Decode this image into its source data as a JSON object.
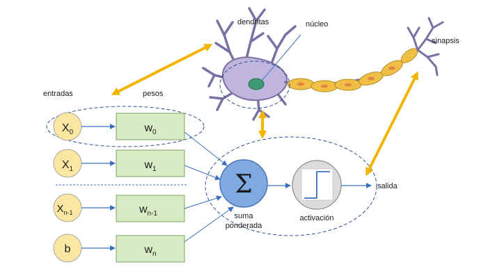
{
  "labels": {
    "entradas": "entradas",
    "pesos": "pesos",
    "dendritas": "dendritas",
    "nucleo": "núcleo",
    "sinapsis": "sinapsis",
    "salida": "salida",
    "suma_line1": "suma",
    "suma_line2": "ponderada",
    "activacion": "activación",
    "sigma": "Σ"
  },
  "inputs": [
    {
      "base": "X",
      "sub": "0"
    },
    {
      "base": "X",
      "sub": "1"
    },
    {
      "base": "X",
      "sub": "n-1"
    },
    {
      "base": "b",
      "sub": ""
    }
  ],
  "weights": [
    {
      "base": "w",
      "sub": "0"
    },
    {
      "base": "w",
      "sub": "1"
    },
    {
      "base": "w",
      "sub": "n-1"
    },
    {
      "base": "w",
      "sub": "n"
    }
  ],
  "colors": {
    "input_fill": "#fbe6a2",
    "input_stroke": "#a8a8a8",
    "weight_fill": "#d7ebc4",
    "weight_stroke": "#7fa060",
    "sum_fill": "#7ea9e1",
    "sum_stroke": "#4a74b4",
    "activation_fill": "#dcdcdc",
    "arrow_blue": "#3b6fc2",
    "arrow_gold": "#f2b400",
    "dashed": "#2d4e93",
    "neuron_body": "#c0b5dc",
    "neuron_stroke": "#7b6fa3",
    "nucleus": "#3f9a76",
    "axon_segment": "#efbf46",
    "axon_spot": "#e0883e"
  }
}
